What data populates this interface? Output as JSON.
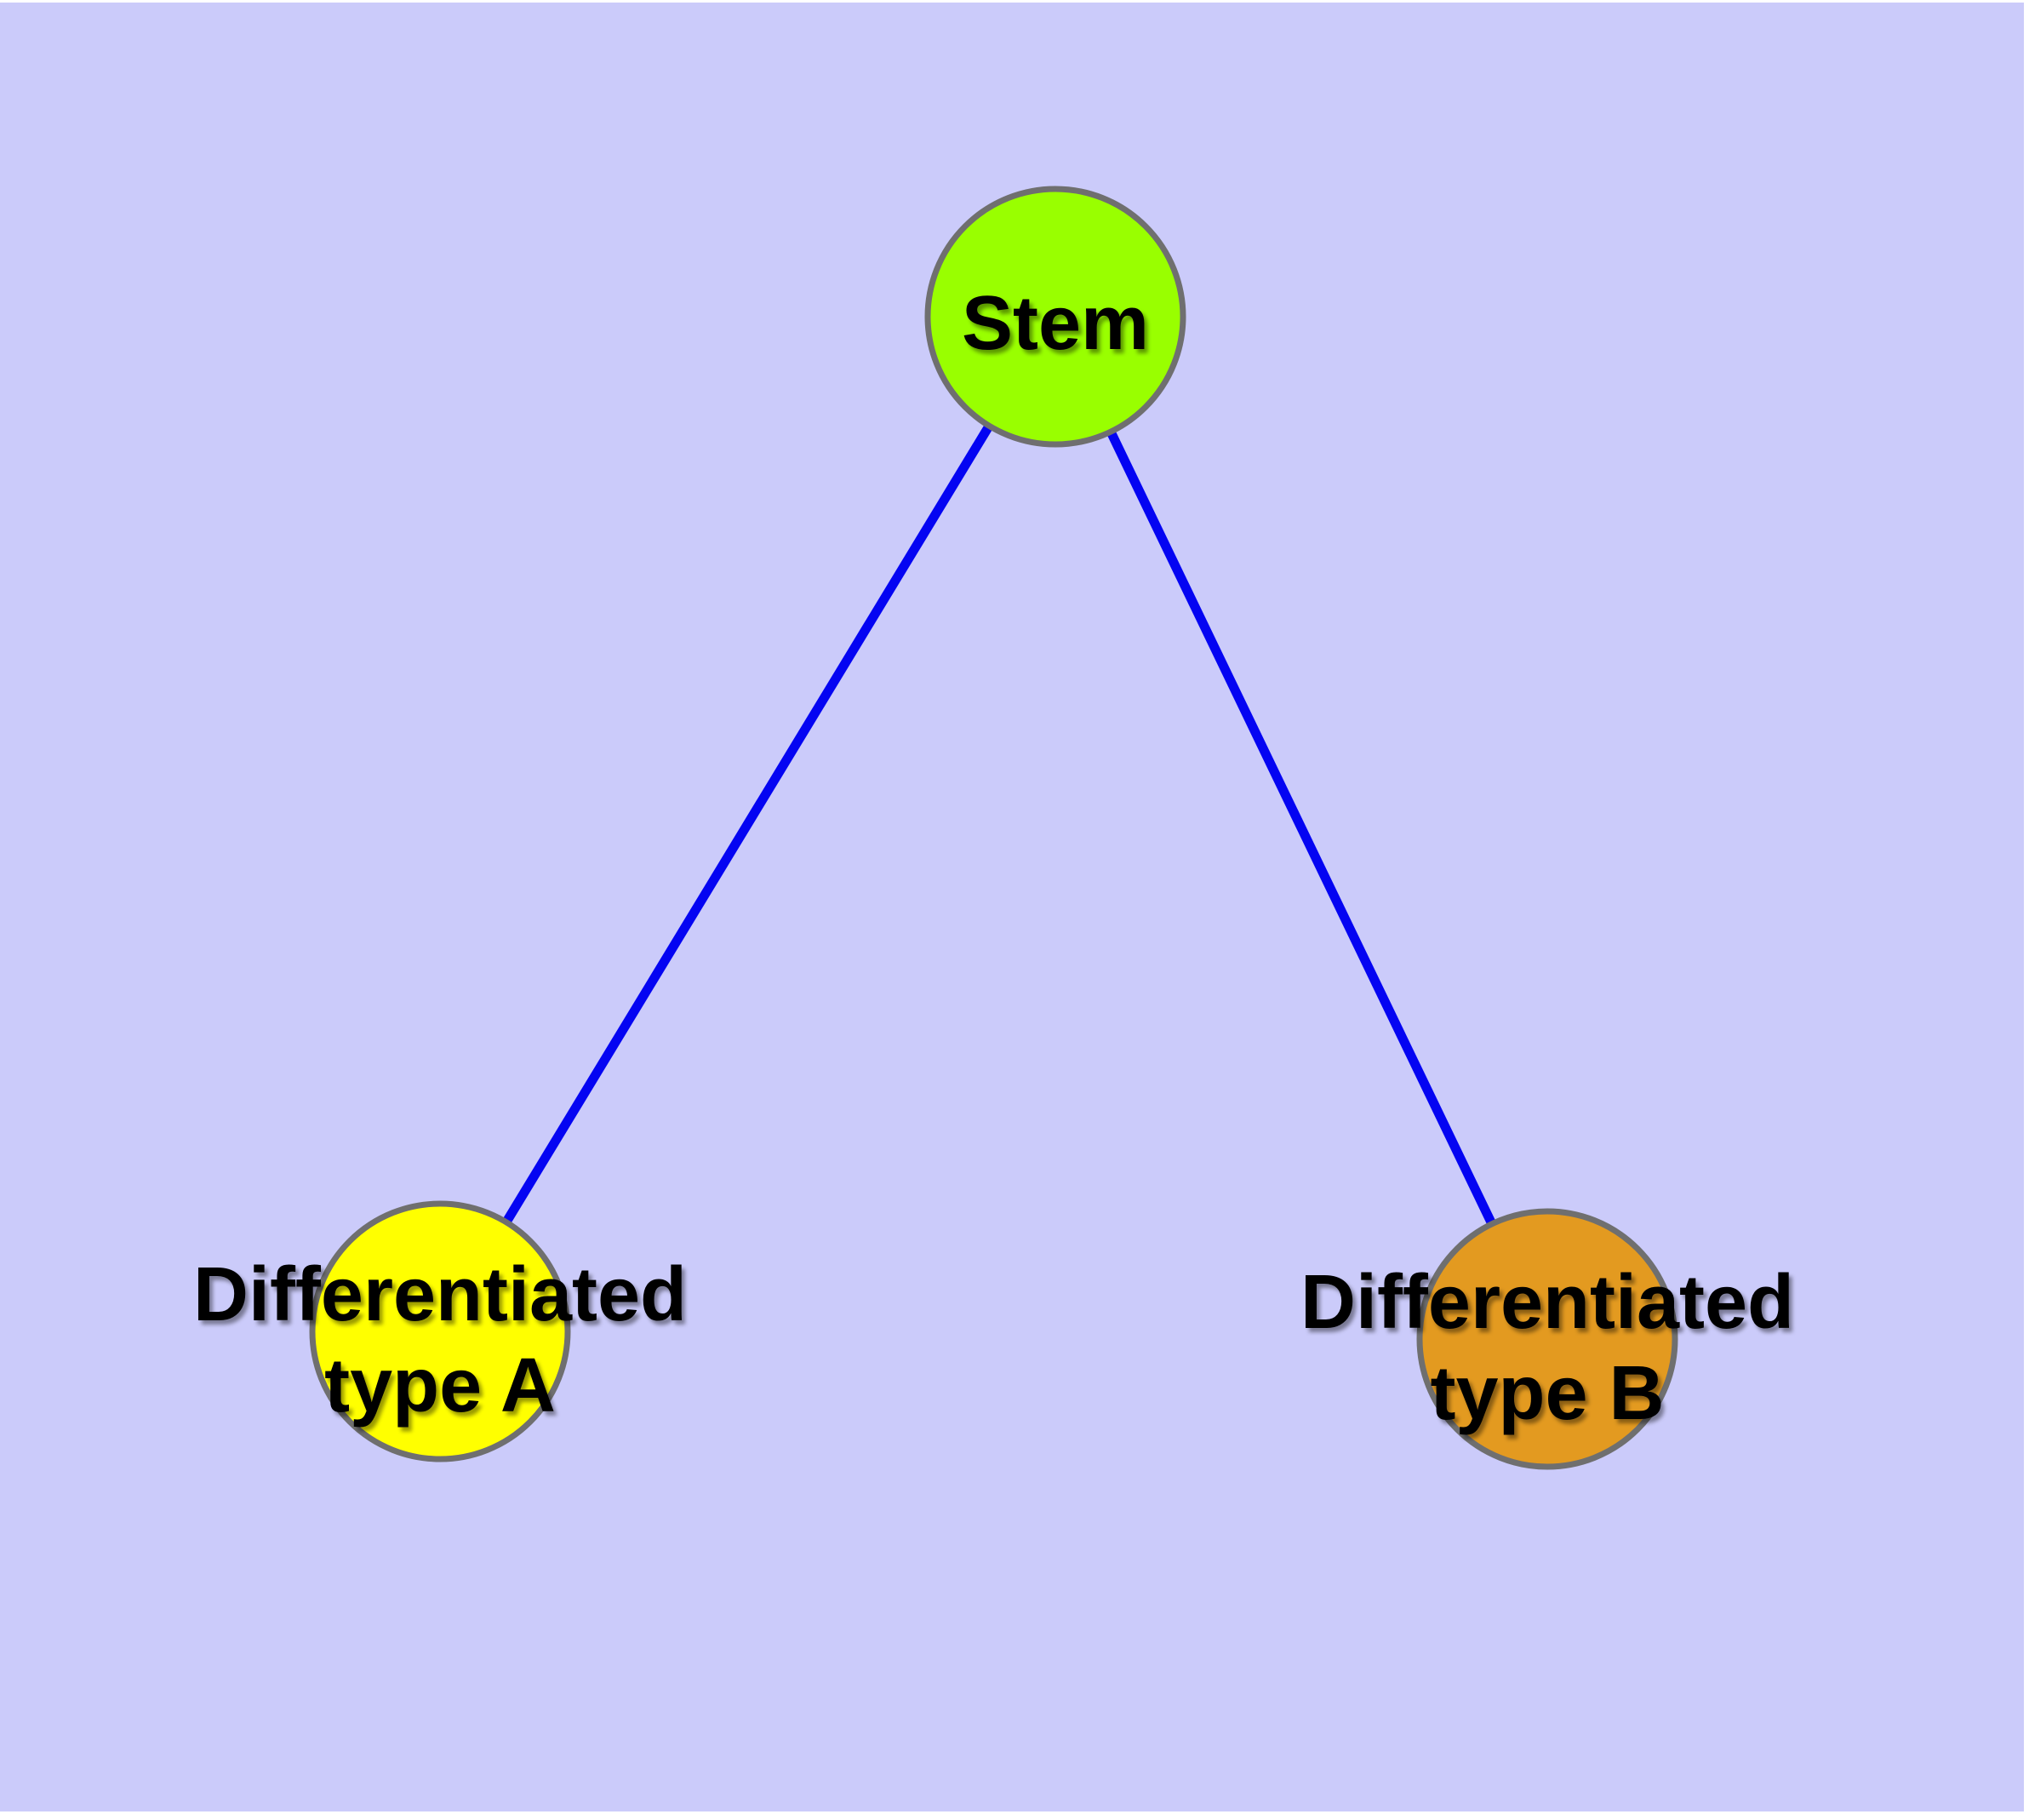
{
  "diagram": {
    "background_color": "#CBCBFA",
    "frame_color": "#FFFFFF",
    "edge_color": "#0404F2",
    "node_border_color": "#6F6F6F",
    "text_color": "#000000",
    "nodes": {
      "stem": {
        "label": "Stem",
        "fill": "#99FF00"
      },
      "type_a": {
        "label_line1": "Differentiated",
        "label_line2": "type A",
        "fill": "#FFFF00"
      },
      "type_b": {
        "label_line1": "Differentiated",
        "label_line2": "type B",
        "fill": "#E39A20"
      }
    },
    "edges": [
      {
        "from": "Stem",
        "to": "Differentiated type A"
      },
      {
        "from": "Stem",
        "to": "Differentiated type B"
      }
    ]
  }
}
